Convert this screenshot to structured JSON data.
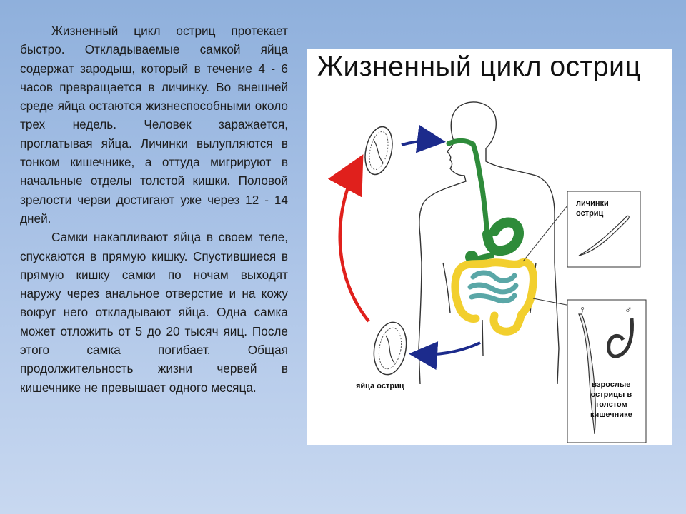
{
  "text": {
    "p1": "Жизненный цикл остриц протекает быстро. Откладываемые самкой яйца содержат зародыш, который в течение 4 - 6 часов превращается в личинку. Во внешней среде яйца остаются жизнеспособными около трех недель. Человек заражается, проглатывая яйца. Личинки вылупляются в тонком кишечнике, а оттуда мигрируют в начальные отделы толстой кишки. Половой зрелости черви достигают уже через 12 - 14 дней.",
    "p2": "Самки накапливают яйца в своем теле, спускаются в прямую кишку. Спустившиеся в прямую кишку самки по ночам выходят наружу через анальное отверстие и на кожу вокруг него откладывают яйца. Одна самка может отложить от 5 до 20 тысяч яиц. После этого самка погибает. Общая продолжительность жизни червей в кишечнике не превышает одного месяца."
  },
  "figure": {
    "title": "Жизненный цикл остриц",
    "label_larvae": "личинки\nостриц",
    "label_adults": "взрослые\nострицы в\nтолстом\nкишечнике",
    "label_eggs": "яйца остриц",
    "female_symbol": "♀",
    "male_symbol": "♂"
  },
  "colors": {
    "arrow_red": "#e0201c",
    "arrow_blue": "#1c2b8c",
    "digestive_green": "#2e8b3a",
    "colon_yellow": "#f2cf2e",
    "small_intestine": "#5aa7a7"
  }
}
